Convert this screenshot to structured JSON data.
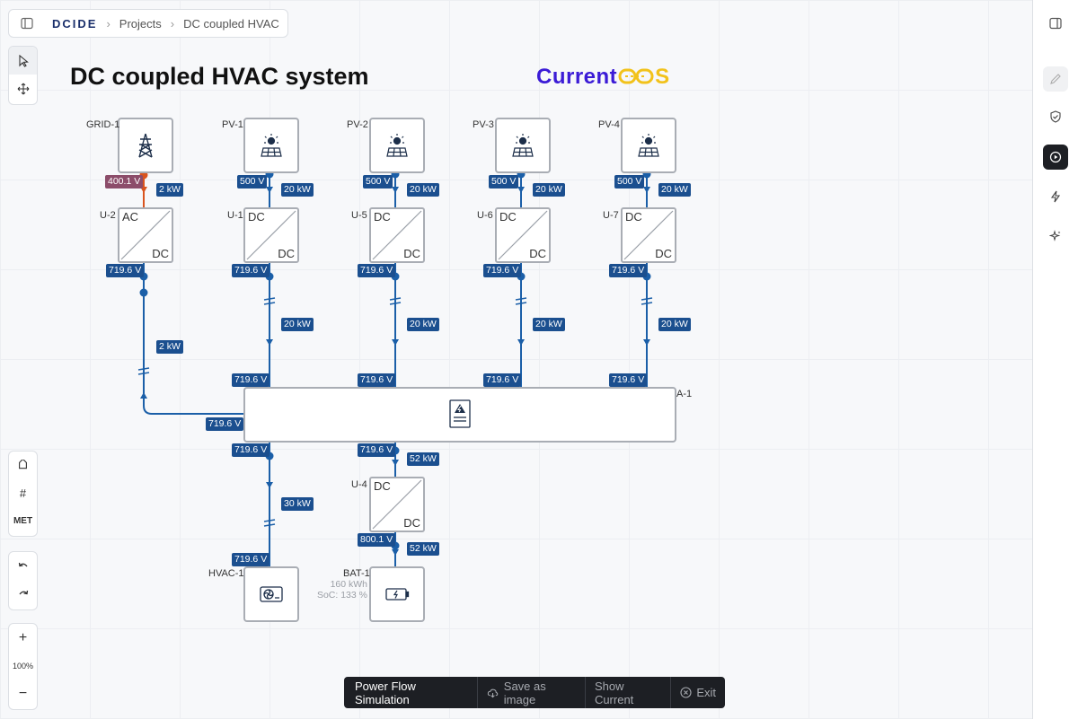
{
  "app": {
    "logo": "DCIDE"
  },
  "breadcrumb": {
    "projects": "Projects",
    "current": "DC coupled HVAC"
  },
  "diagram": {
    "title": "DC coupled HVAC system",
    "brand": {
      "main": "Current",
      "suffix": "S"
    },
    "nodes": {
      "grid1": "GRID-1",
      "pv1": "PV-1",
      "pv2": "PV-2",
      "pv3": "PV-3",
      "pv4": "PV-4",
      "u2": "U-2",
      "u1": "U-1",
      "u5": "U-5",
      "u6": "U-6",
      "u7": "U-7",
      "u4": "U-4",
      "a1": "A-1",
      "hvac1": "HVAC-1",
      "bat1": "BAT-1"
    },
    "converters": {
      "ac": "AC",
      "dc": "DC"
    },
    "battery": {
      "capacity": "160 kWh",
      "soc": "SoC: 133 %"
    },
    "tags": {
      "grid_v": "400.1 V",
      "grid_p": "2 kW",
      "pv_v": "500 V",
      "pv_p": "20 kW",
      "bus_v": "719.6 V",
      "feed_p": "20 kW",
      "u2_feed_p": "2 kW",
      "hvac_p": "30 kW",
      "bat_p": "52 kW",
      "bat_v": "800.1 V"
    }
  },
  "toolbox": {
    "met": "MET",
    "zoom": "100%"
  },
  "bottombar": {
    "mode": "Power Flow Simulation",
    "save": "Save as image",
    "show": "Show Current",
    "exit": "Exit"
  },
  "colors": {
    "wire": "#1b5fa8",
    "ac_wire": "#d9541e",
    "tag": "#1b4f8f"
  }
}
